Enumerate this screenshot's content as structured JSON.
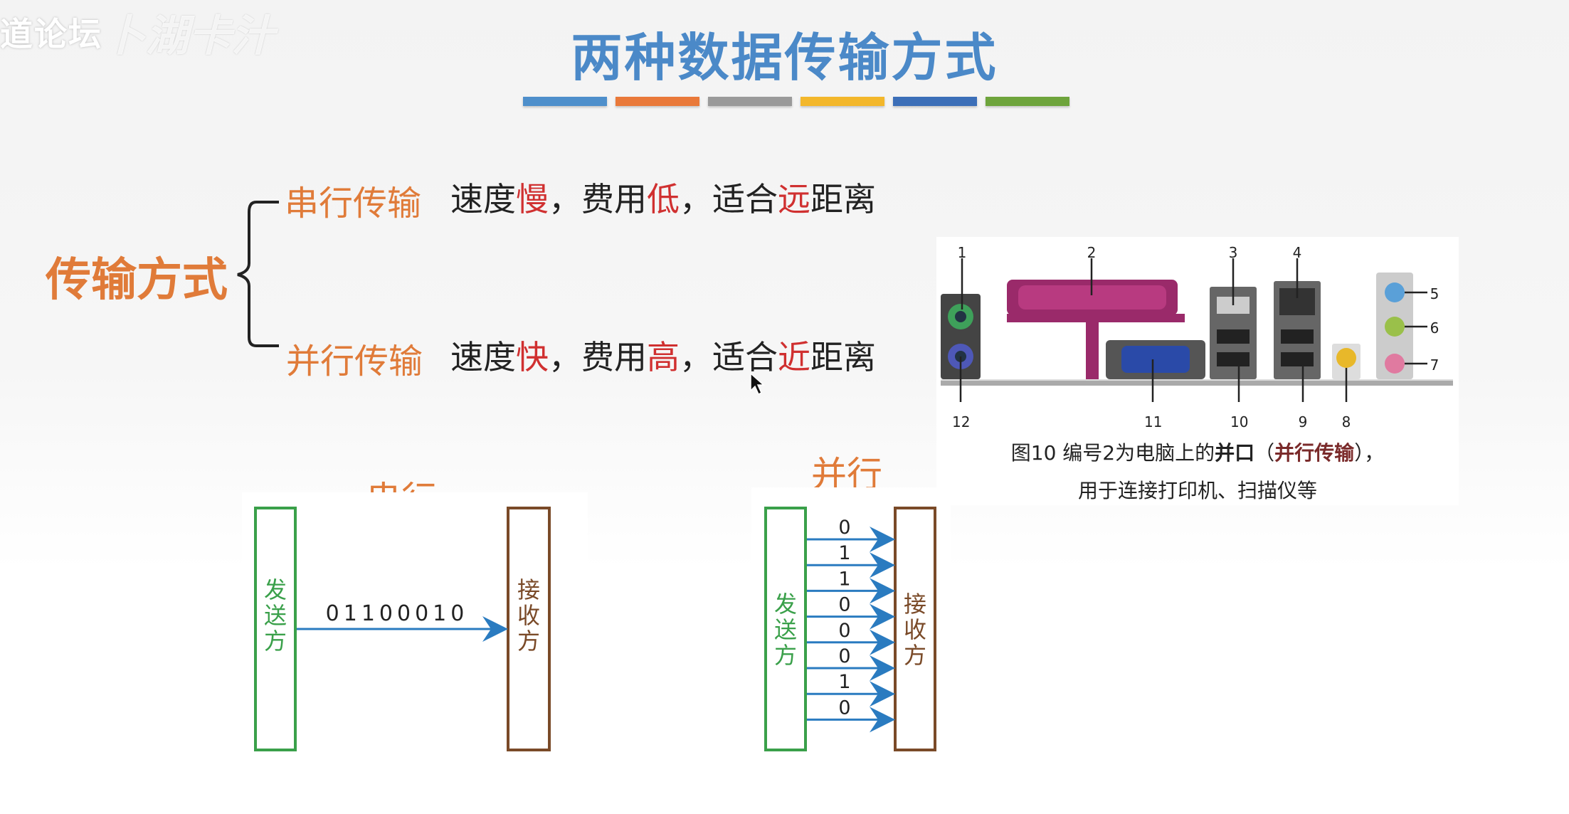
{
  "watermark": {
    "text": "道论坛",
    "logo_text": "卜湖卡汁"
  },
  "title": "两种数据传输方式",
  "bar_colors": [
    "#4e8fcb",
    "#e9793a",
    "#9a9a9a",
    "#f3b72b",
    "#3c6fb8",
    "#6ea43c"
  ],
  "tree": {
    "root": "传输方式",
    "serial": {
      "label": "串行传输",
      "speed_pre": "速度",
      "speed": "慢",
      "sep1": "，",
      "cost_pre": "费用",
      "cost": "低",
      "sep2": "，",
      "fit_pre": "适合",
      "fit": "远",
      "fit_post": "距离"
    },
    "parallel": {
      "label": "并行传输",
      "speed_pre": "速度",
      "speed": "快",
      "sep1": "，",
      "cost_pre": "费用",
      "cost": "高",
      "sep2": "，",
      "fit_pre": "适合",
      "fit": "近",
      "fit_post": "距离"
    }
  },
  "serial_diagram": {
    "caption": "串行",
    "sender": "发送方",
    "receiver": "接收方",
    "bits": "01100010",
    "sender_color": "#3aa04a",
    "receiver_color": "#7a4a28",
    "arrow_color": "#2a7bc0"
  },
  "parallel_diagram": {
    "caption": "并行",
    "sender": "发送方",
    "receiver": "接收方",
    "bits": [
      "0",
      "1",
      "1",
      "0",
      "0",
      "0",
      "1",
      "0"
    ]
  },
  "motherboard": {
    "numbers": [
      "1",
      "2",
      "3",
      "4",
      "5",
      "6",
      "7",
      "8",
      "9",
      "10",
      "11",
      "12"
    ],
    "caption_prefix": "图10  编号2为电脑上的",
    "caption_bold1": "并口",
    "caption_paren_open": "（",
    "caption_bold2": "并行传输",
    "caption_paren_close": "），",
    "caption_line2": "用于连接打印机、扫描仪等"
  }
}
